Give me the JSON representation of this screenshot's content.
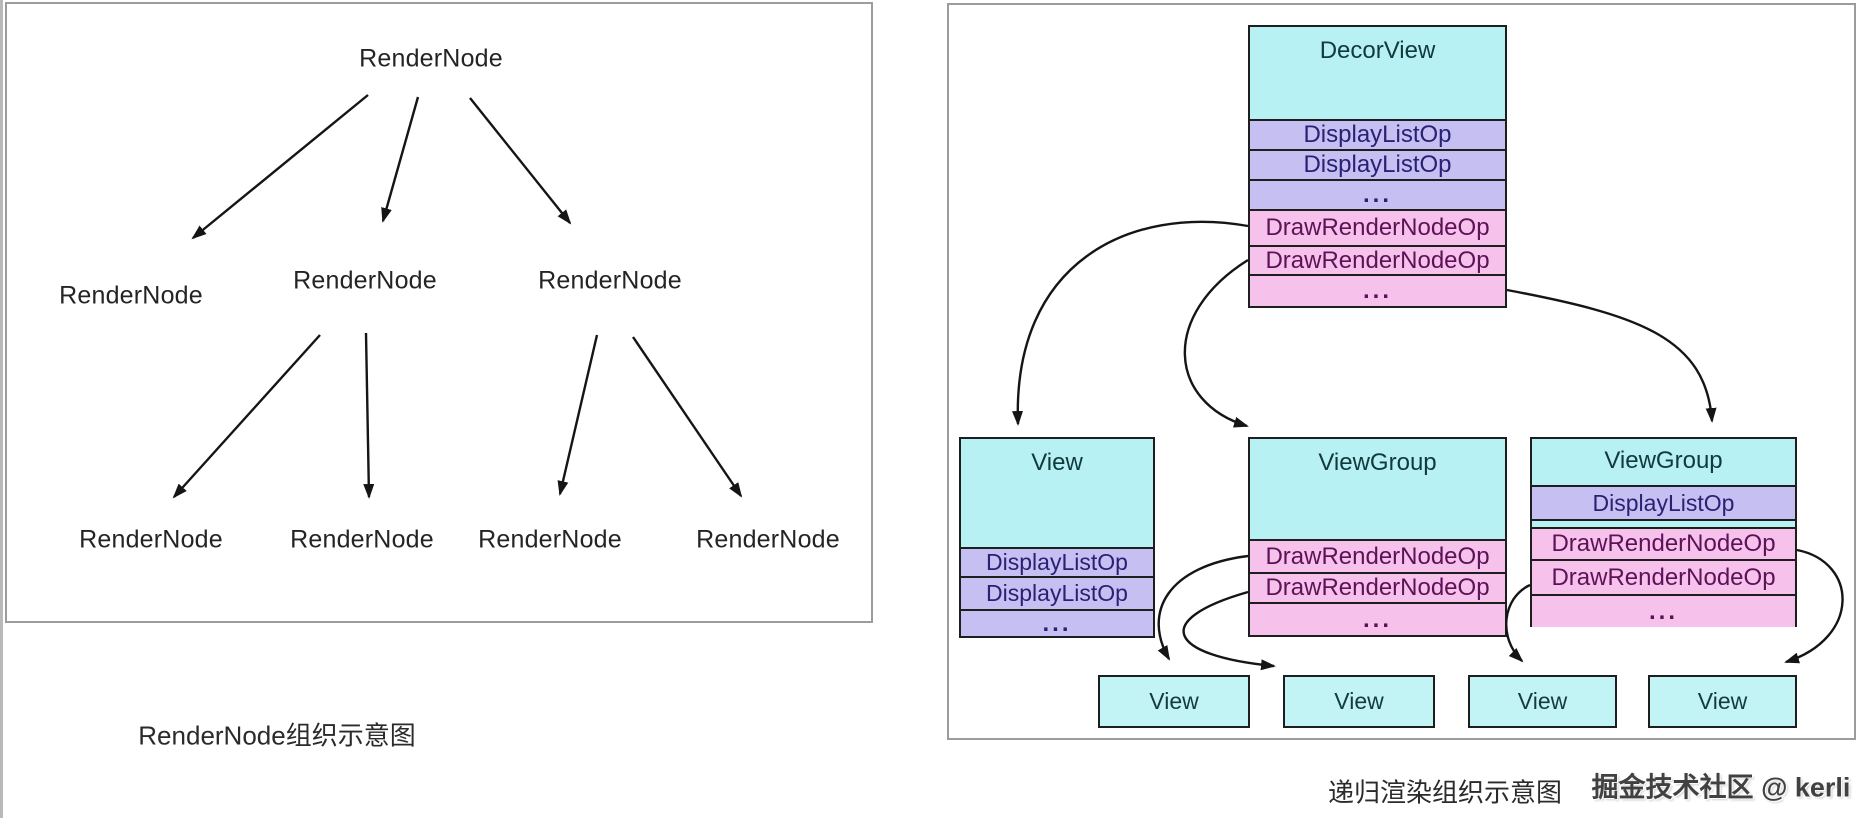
{
  "left_diagram": {
    "caption": "RenderNode组织示意图",
    "nodes": {
      "root": "RenderNode",
      "mid": [
        "RenderNode",
        "RenderNode",
        "RenderNode"
      ],
      "bottom": [
        "RenderNode",
        "RenderNode",
        "RenderNode",
        "RenderNode"
      ]
    }
  },
  "right_diagram": {
    "caption": "递归渲染组织示意图",
    "watermark": "掘金技术社区 @ kerli",
    "decorview": {
      "title": "DecorView",
      "rows": [
        "DisplayListOp",
        "DisplayListOp",
        "...",
        "DrawRenderNodeOp",
        "DrawRenderNodeOp",
        "..."
      ]
    },
    "view_left": {
      "title": "View",
      "rows": [
        "DisplayListOp",
        "DisplayListOp",
        "..."
      ]
    },
    "viewgroup_mid": {
      "title": "ViewGroup",
      "rows": [
        "DrawRenderNodeOp",
        "DrawRenderNodeOp",
        "..."
      ]
    },
    "viewgroup_right": {
      "title": "ViewGroup",
      "rows": [
        "DisplayListOp",
        "DrawRenderNodeOp",
        "DrawRenderNodeOp",
        "..."
      ]
    },
    "bottom_views": [
      "View",
      "View",
      "View",
      "View"
    ]
  },
  "colors": {
    "cyan_header": "#b7f1f3",
    "lavender_row": "#c6bff2",
    "pink_row": "#f6c2ec",
    "box_border": "#1e1e1e",
    "frame_border": "#9c9c9c",
    "arrow": "#151515",
    "lavender_text": "#2a2174",
    "pink_text": "#5d1257",
    "header_text": "#12393c"
  }
}
